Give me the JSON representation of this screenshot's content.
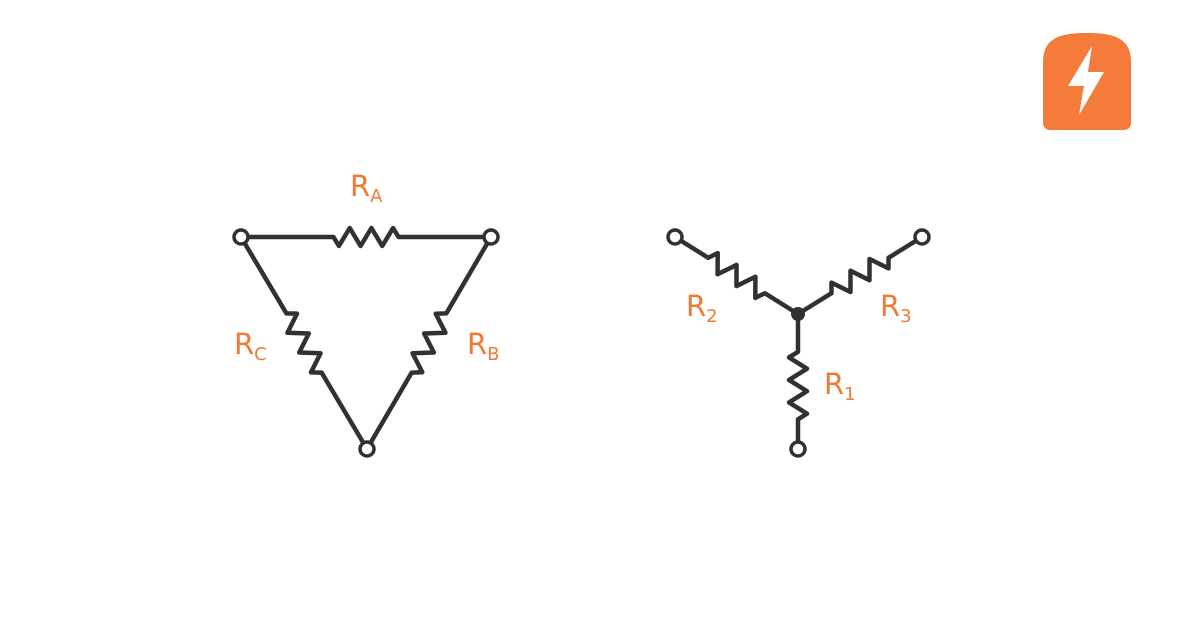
{
  "colors": {
    "wire": "#2f3134",
    "label": "#F07A35",
    "logo": "#F47B3A"
  },
  "logo": {
    "icon": "lightning-toast-icon"
  },
  "delta": {
    "labels": [
      {
        "main": "R",
        "sub": "A"
      },
      {
        "main": "R",
        "sub": "B"
      },
      {
        "main": "R",
        "sub": "C"
      }
    ]
  },
  "star": {
    "labels": [
      {
        "main": "R",
        "sub": "1"
      },
      {
        "main": "R",
        "sub": "2"
      },
      {
        "main": "R",
        "sub": "3"
      }
    ]
  }
}
